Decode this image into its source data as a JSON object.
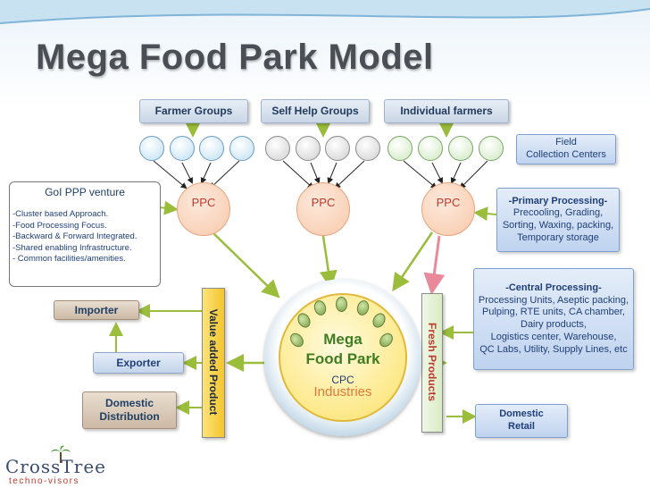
{
  "title": "Mega Food Park Model",
  "groups": {
    "farmer_groups": "Farmer Groups",
    "self_help_groups": "Self Help  Groups",
    "individual_farmers": "Individual farmers"
  },
  "ppc_label": "PPC",
  "field_collection": [
    "Field",
    "Collection Centers"
  ],
  "primary_processing": [
    "-Primary Processing-",
    "Precooling, Grading,",
    "Sorting, Waxing, packing,",
    "Temporary storage"
  ],
  "central_processing": [
    "-Central Processing-",
    "Processing Units, Aseptic packing,",
    "Pulping, RTE units, CA chamber,",
    "Dairy products,",
    "Logistics center, Warehouse,",
    "QC Labs, Utility, Supply Lines, etc"
  ],
  "goi": {
    "heading": "GoI PPP venture",
    "lines": [
      "-Cluster based Approach.",
      "-Food Processing Focus.",
      "-Backward & Forward Integrated.",
      "-Shared enabling Infrastructure.",
      "- Common facilities/amenities."
    ]
  },
  "importer": "Importer",
  "exporter": "Exporter",
  "domestic_distribution": [
    "Domestic",
    "Distribution"
  ],
  "value_added_product": "Value added Product",
  "fresh_products": "Fresh Products",
  "center": {
    "line1": "Mega",
    "line2": "Food Park",
    "line3": "CPC",
    "line4": "Industries"
  },
  "domestic_retail": [
    "Domestic",
    "Retail"
  ],
  "logo": {
    "word": "CrossTree",
    "sub": "techno-visors"
  },
  "colors": {
    "ppc_text": "#c0392b",
    "arrow_green": "#9abd3c",
    "arrow_pink": "#e98a9a",
    "center_green": "#3f7d22"
  }
}
